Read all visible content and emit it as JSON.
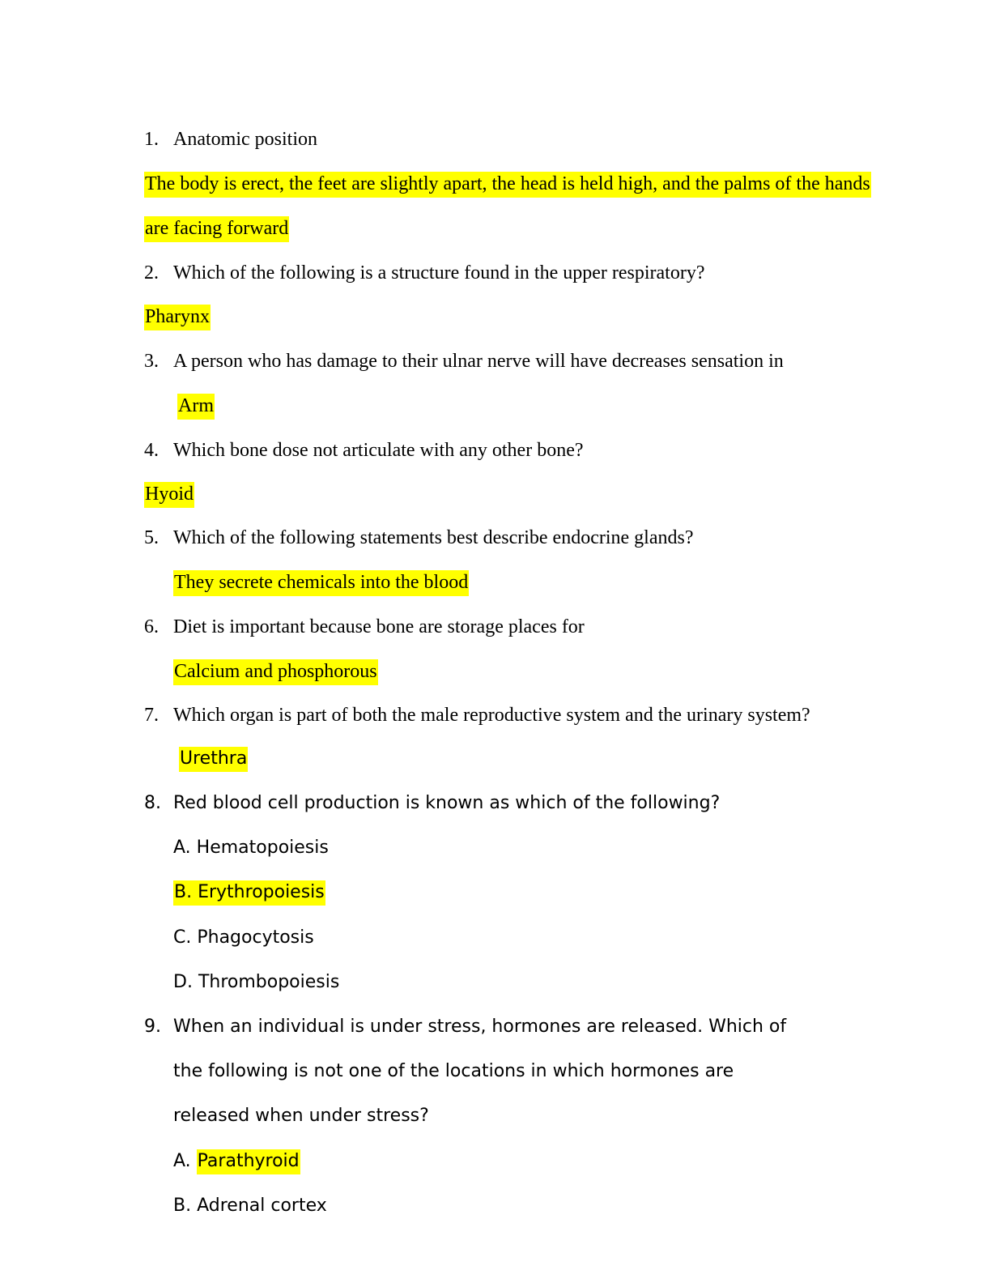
{
  "colors": {
    "highlight": "#ffff00",
    "text": "#000000",
    "background": "#ffffff"
  },
  "items": [
    {
      "number": "1.",
      "text": "Anatomic position",
      "answer_lines": [
        "The body is erect, the feet are slightly apart, the head is held high, and the palms of the hands",
        "are facing forward"
      ]
    },
    {
      "number": "2.",
      "text": "Which of the following is a structure found in the upper respiratory?",
      "answer": "Pharynx"
    },
    {
      "number": "3.",
      "text": "A person who has damage to their ulnar nerve will have decreases sensation in",
      "answer": "Arm"
    },
    {
      "number": "4.",
      "text": "Which bone dose not articulate with any other bone?",
      "answer": "Hyoid"
    },
    {
      "number": "5.",
      "text": "Which of the following statements best describe endocrine glands?",
      "answer": "They secrete chemicals into the blood"
    },
    {
      "number": "6.",
      "text": "Diet is important because bone are storage places for",
      "answer": "Calcium and phosphorous"
    },
    {
      "number": "7.",
      "text": "Which organ is part of both the male reproductive system and the urinary system?",
      "answer": "Urethra"
    },
    {
      "number": "8.",
      "text": "Red blood cell production is known as which of the following?",
      "options": [
        {
          "letter": "A.",
          "text": "Hematopoiesis"
        },
        {
          "letter": "B.",
          "text": "Erythropoiesis"
        },
        {
          "letter": "C.",
          "text": "Phagocytosis"
        },
        {
          "letter": "D.",
          "text": "Thrombopoiesis"
        }
      ]
    },
    {
      "number": "9.",
      "text_lines": [
        "When an individual is under stress, hormones are released. Which of",
        "the following is not one of the locations in which hormones are",
        "released when under stress?"
      ],
      "options": [
        {
          "letter": "A.",
          "text": "Parathyroid"
        },
        {
          "letter": "B.",
          "text": "Adrenal cortex"
        }
      ]
    }
  ]
}
